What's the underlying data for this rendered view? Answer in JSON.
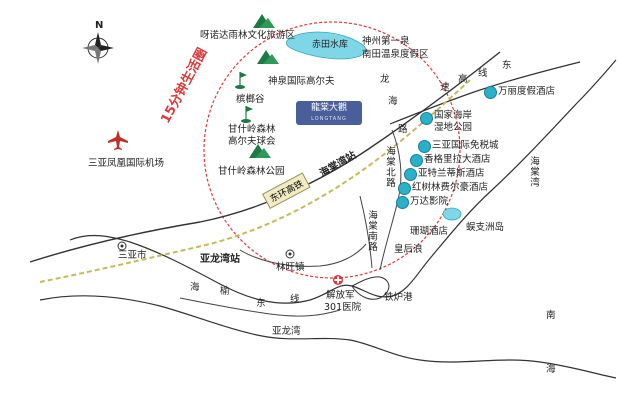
{
  "compass": {
    "label": "N"
  },
  "ring_label": "15分钟生活圈",
  "brand": {
    "name": "龍棠大觀",
    "sub": "LONGTANG"
  },
  "labels": {
    "yanoda": "呀诺达雨林文化旅游区",
    "chitian": "赤田水库",
    "shenzhou": "神州第一泉",
    "nantian": "南田温泉度假区",
    "shenquan": "神泉国际高尔夫",
    "binlang": "槟榔谷",
    "ganshiling_golf_1": "甘什岭森林",
    "ganshiling_golf_2": "高尔夫球会",
    "ganshiling_park": "甘什岭森林公园",
    "airport": "三亚凤凰国际机场",
    "sanya_city": "三亚市",
    "yalongwan_station": "亚龙湾站",
    "linwang": "林旺镇",
    "haitang_station": "海棠湾站",
    "dongwan_station": "东环高铁",
    "wanli": "万丽度假酒店",
    "wetland_1": "国家海岸",
    "wetland_2": "湿地公园",
    "dutyfree": "三亚国际免税城",
    "shangri": "香格里拉大酒店",
    "atlantis": "亚特兰蒂斯酒店",
    "redtree": "红树林费尔豪酒店",
    "wanda": "万达影院",
    "coral": "珊瑚酒店",
    "wuzhizhou": "蜈支洲岛",
    "huanghou": "皇后浪",
    "jiefangjun_1": "解放军",
    "jiefangjun_2": "301医院",
    "tieluo": "铁炉港",
    "yalongwan": "亚龙湾",
    "haiyu": "海",
    "yu": "榆",
    "dong": "东",
    "xian": "线",
    "haitangwan_vertical": "海棠湾",
    "nanhai_1": "南",
    "nanhai_2": "海",
    "road_long": "龙",
    "road_hai": "海",
    "road_lu": "路",
    "road_highway_1": "速",
    "road_highway_2": "高",
    "road_highway_3": "线",
    "road_highway_4": "东",
    "haitang_bei": "海棠北路",
    "haitang_nan": "海棠南路"
  },
  "colors": {
    "ring": "#e03a3a",
    "water": "#7fd6e6",
    "coast": "#333333",
    "road": "#444444",
    "rail": "#f0e2a0",
    "forest": "#1e7a45",
    "poi": "#2ab0c9",
    "airport": "#c0302a",
    "brand": "#4a5f9a"
  },
  "icons": {
    "compass": "compass-rose-icon",
    "forest": "forest-mountain-icon",
    "golf": "golf-flag-icon",
    "airplane": "airplane-icon",
    "hospital": "hospital-cross-icon",
    "poi": "poi-marker-icon",
    "town": "town-dot-icon"
  }
}
